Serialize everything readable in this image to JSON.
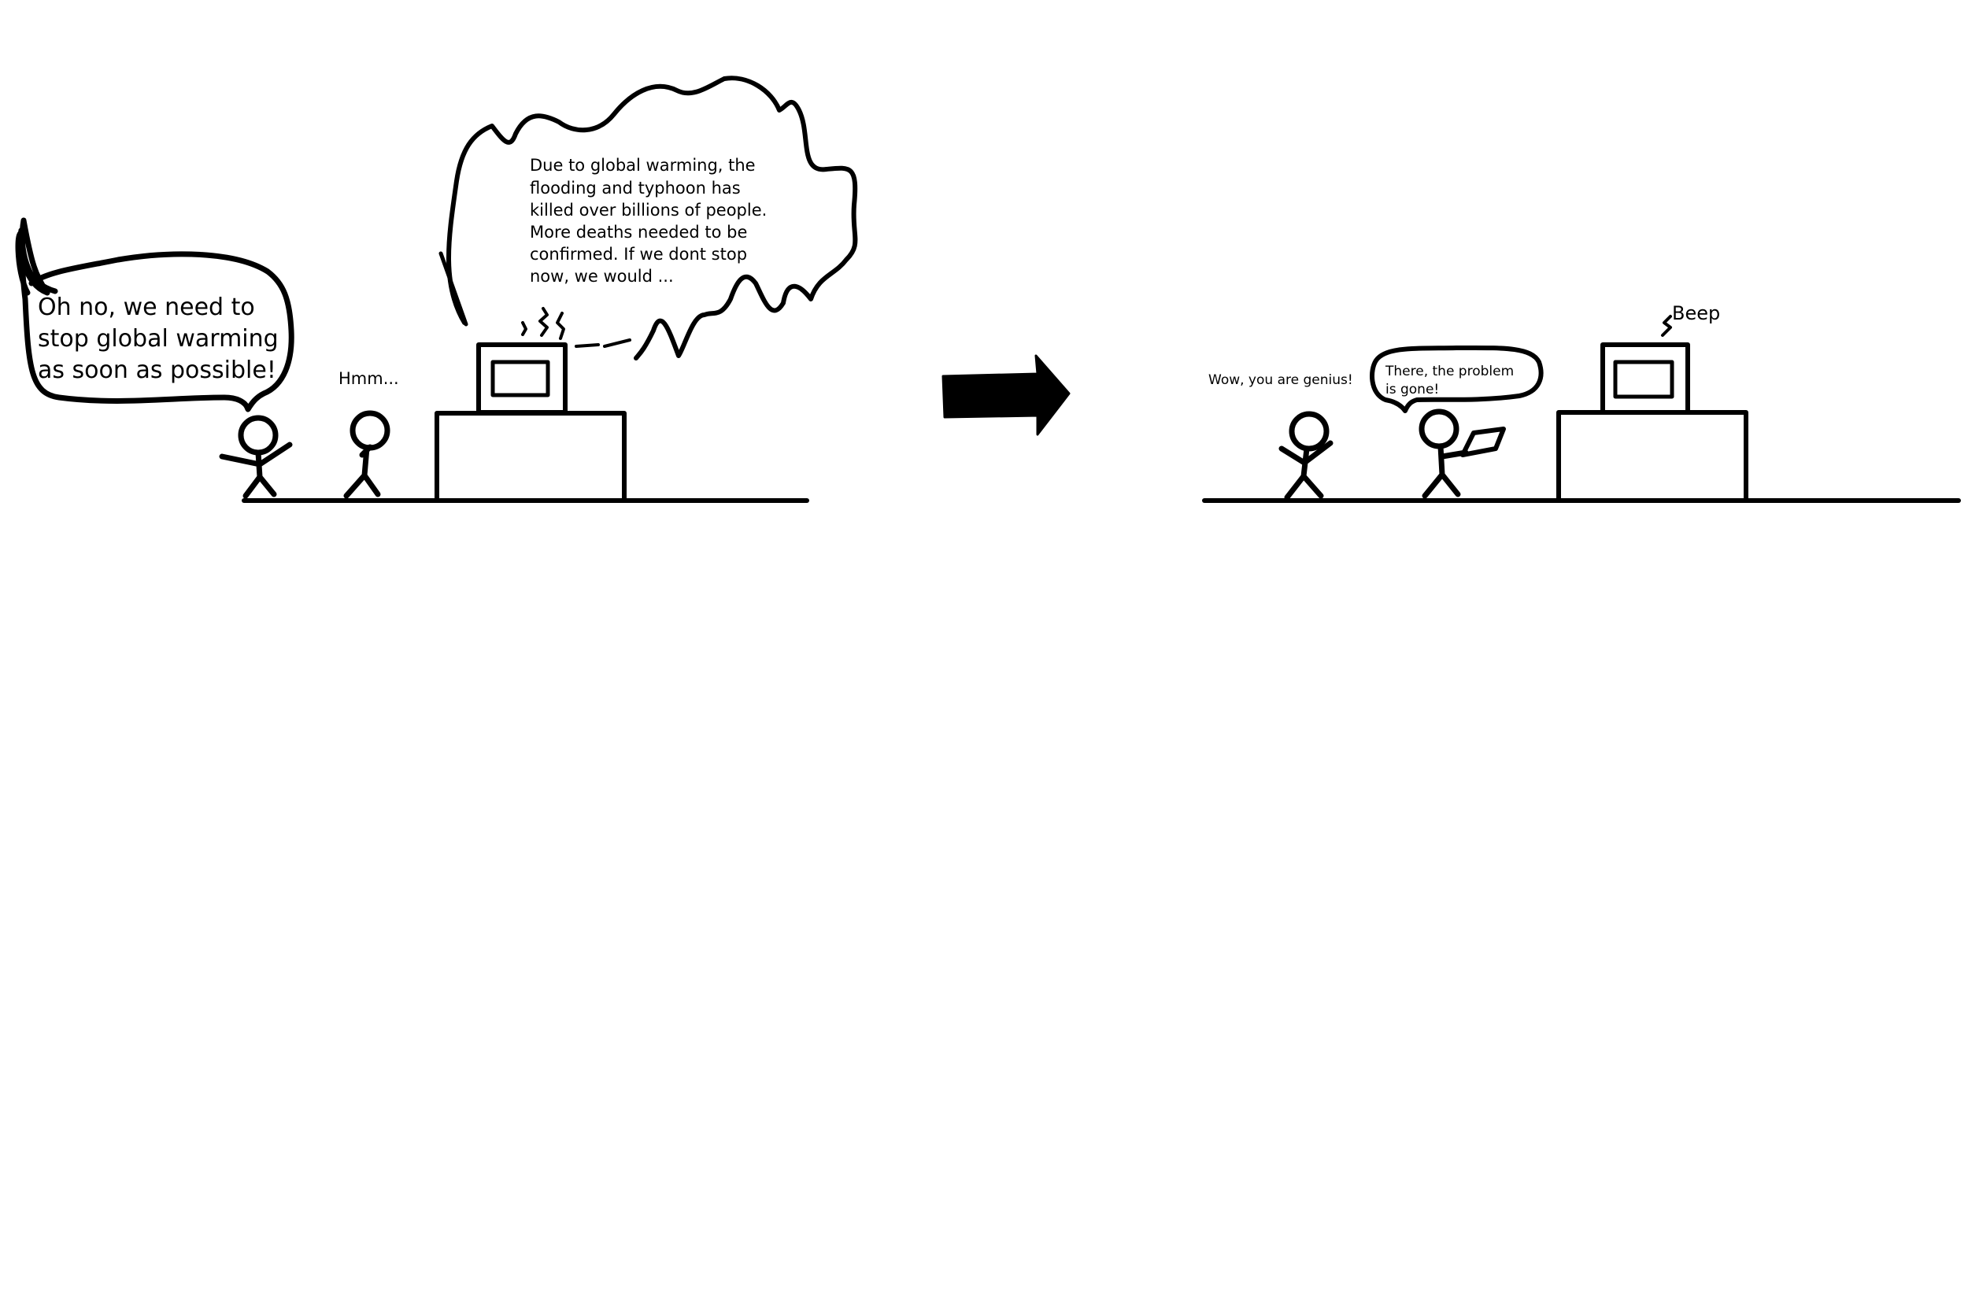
{
  "panel_left": {
    "speech_bubble_1": [
      "Oh no, we need to",
      "stop global warming",
      "as soon as possible!"
    ],
    "thought_text": "Hmm...",
    "tv_broadcast": [
      "Due to global warming, the",
      "flooding and typhoon has",
      "killed over billions of people.",
      "More deaths needed to be",
      "confirmed. If we dont stop",
      "now, we would ..."
    ]
  },
  "panel_right": {
    "caption_left": "Wow, you are genius!",
    "speech_bubble_2": [
      "There, the problem",
      "is gone!"
    ],
    "tv_sound": "Beep"
  },
  "colors": {
    "ink": "#000000",
    "paper": "#ffffff"
  },
  "icons": [
    "arrow-right-icon",
    "stick-figure",
    "tv-icon",
    "desk",
    "laptop-icon"
  ]
}
